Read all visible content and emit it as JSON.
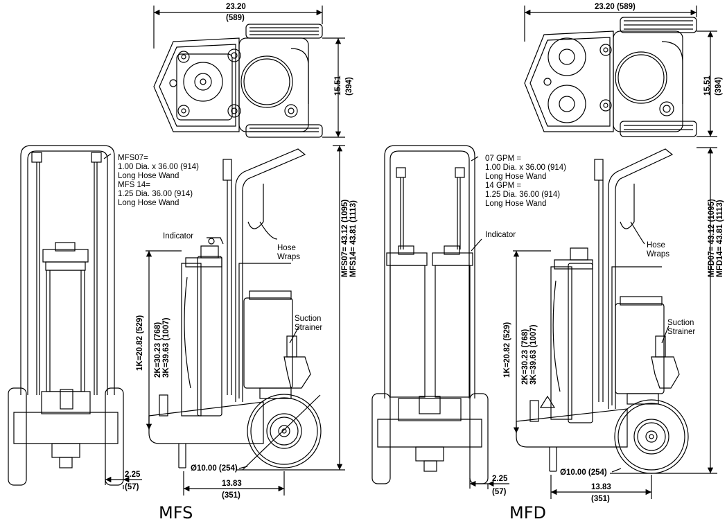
{
  "mfs": {
    "title": "MFS",
    "top_width": "23.20",
    "top_width_mm": "(589)",
    "top_depth": "15.51",
    "top_depth_mm": "(394)",
    "wand_note": [
      "MFS07=",
      "1.00 Dia. x 36.00 (914)",
      "Long Hose Wand",
      "MFS 14=",
      "1.25 Dia. 36.00 (914)",
      "Long Hose Wand"
    ],
    "indicator": "Indicator",
    "hose_wraps": [
      "Hose",
      "Wraps"
    ],
    "suction_strainer": [
      "Suction",
      "Strainer"
    ],
    "height_1k": "1K=20.82 (529)",
    "height_2k": "2K=30.23 (768)",
    "height_3k": "3K=39.63 (1007)",
    "height_07": "MFS07= 43.12 (1095)",
    "height_14": "MFS14= 43.81 (1113)",
    "wheel_dia": "Ø10.00 (254)",
    "offset": "2.25",
    "offset_mm": "(57)",
    "axle": "13.83",
    "axle_mm": "(351)"
  },
  "mfd": {
    "title": "MFD",
    "top_width": "23.20 (589)",
    "top_depth": "15.51",
    "top_depth_mm": "(394)",
    "wand_note": [
      "07 GPM =",
      "1.00 Dia. x 36.00 (914)",
      "Long Hose Wand",
      "14 GPM =",
      "1.25 Dia. 36.00 (914)",
      "Long Hose Wand"
    ],
    "indicator": "Indicator",
    "hose_wraps": [
      "Hose",
      "Wraps"
    ],
    "suction_strainer": [
      "Suction",
      "Strainer"
    ],
    "height_1k": "1K=20.82 (529)",
    "height_2k": "2K=30.23 (768)",
    "height_3k": "3K=39.63 (1007)",
    "height_07": "MFD07= 43.12 (1095)",
    "height_14": "MFD14= 43.81 (1113)",
    "wheel_dia": "Ø10.00 (254)",
    "offset": "2.25",
    "offset_mm": "(57)",
    "axle": "13.83",
    "axle_mm": "(351)"
  }
}
